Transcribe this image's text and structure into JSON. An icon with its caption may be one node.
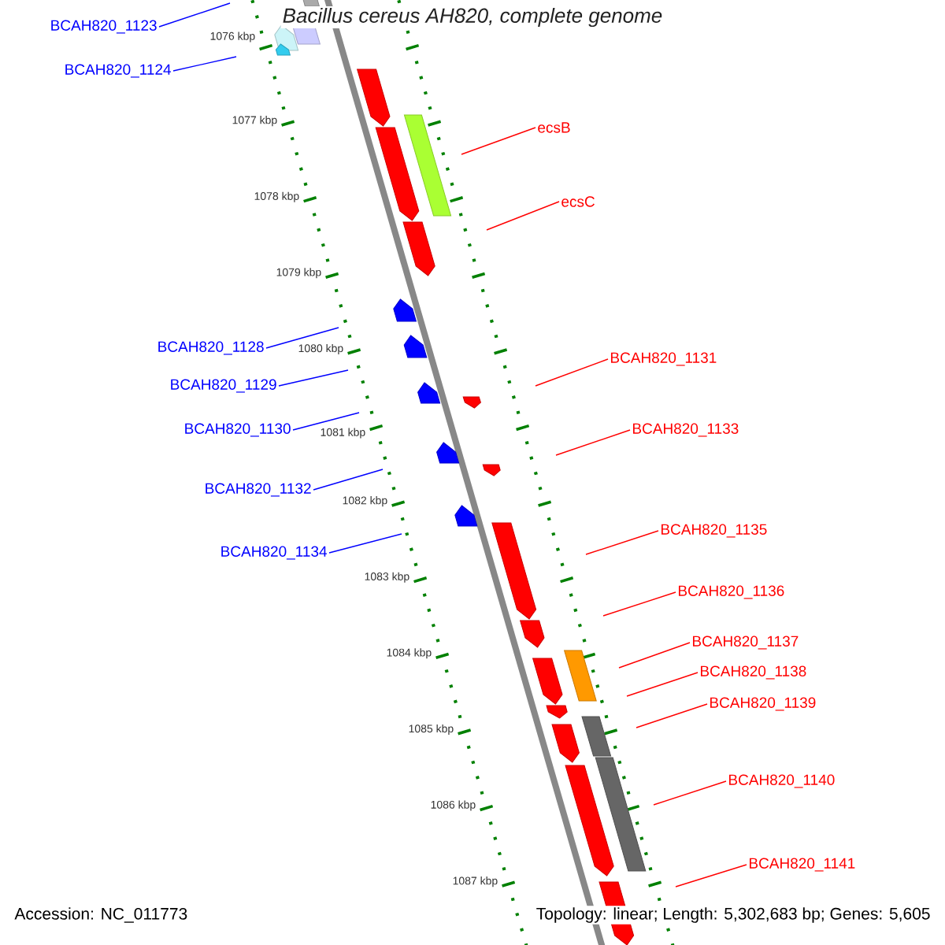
{
  "diagram": {
    "title": "Bacillus cereus AH820, complete genome",
    "nodes": [
      {
        "text": [
          "BCAH820_1123"
        ]
      },
      {
        "text": [
          "BCAH820_1124"
        ]
      },
      {
        "text": [
          "ecsB"
        ]
      },
      {
        "text": [
          "ecsC"
        ]
      },
      {
        "text": [
          "BCAH820_1128"
        ]
      },
      {
        "text": [
          "BCAH820_1131"
        ]
      },
      {
        "text": [
          "BCAH820_1129"
        ]
      },
      {
        "text": [
          "BCAH820_1130"
        ]
      },
      {
        "text": [
          "BCAH820_1133"
        ]
      },
      {
        "text": [
          "BCAH820_1132"
        ]
      },
      {
        "text": [
          "BCAH820_1135"
        ]
      },
      {
        "text": [
          "BCAH820_1134"
        ]
      },
      {
        "text": [
          "BCAH820_1136"
        ]
      },
      {
        "text": [
          "BCAH820_1137"
        ]
      },
      {
        "text": [
          "BCAH820_1138"
        ]
      },
      {
        "text": [
          "BCAH820_1139"
        ]
      },
      {
        "text": [
          "BCAH820_1140"
        ]
      },
      {
        "text": [
          "BCAH820_1141"
        ]
      }
    ],
    "edges": [
      {
        "from": 0,
        "to": null,
        "arrow": "none",
        "color": "#0000ff"
      },
      {
        "from": 1,
        "to": null,
        "arrow": "none",
        "color": "#0000ff"
      },
      {
        "from": 2,
        "to": null,
        "arrow": "none"
      },
      {
        "from": 3,
        "to": null,
        "arrow": "none"
      },
      {
        "from": 4,
        "to": null,
        "arrow": "none",
        "color": "#0000ff"
      },
      {
        "from": 5,
        "to": null,
        "arrow": "none"
      },
      {
        "from": 6,
        "to": null,
        "arrow": "none",
        "color": "#0000ff"
      },
      {
        "from": 7,
        "to": null,
        "arrow": "none",
        "color": "#0000ff"
      },
      {
        "from": 8,
        "to": null,
        "arrow": "none"
      },
      {
        "from": 9,
        "to": null,
        "arrow": "none",
        "color": "#0000ff"
      },
      {
        "from": 10,
        "to": null,
        "arrow": "none"
      },
      {
        "from": 11,
        "to": null,
        "arrow": "none",
        "color": "#0000ff"
      },
      {
        "from": 12,
        "to": null,
        "arrow": "none"
      },
      {
        "from": 13,
        "to": null,
        "arrow": "none"
      },
      {
        "from": 14,
        "to": null,
        "arrow": "none"
      },
      {
        "from": 15,
        "to": null,
        "arrow": "none"
      },
      {
        "from": 16,
        "to": null,
        "arrow": "none"
      },
      {
        "from": 17,
        "to": null,
        "arrow": "none"
      }
    ],
    "labels": [
      "1076 kbp",
      "1077 kbp",
      "1078 kbp",
      "1079 kbp",
      "1080 kbp",
      "1081 kbp",
      "1082 kbp",
      "1083 kbp",
      "1084 kbp",
      "1085 kbp",
      "1086 kbp",
      "1087 kbp",
      "Accession: NC_011773",
      "Topology: linear; Length: 5,302,683 bp; Genes: 5,605"
    ]
  }
}
